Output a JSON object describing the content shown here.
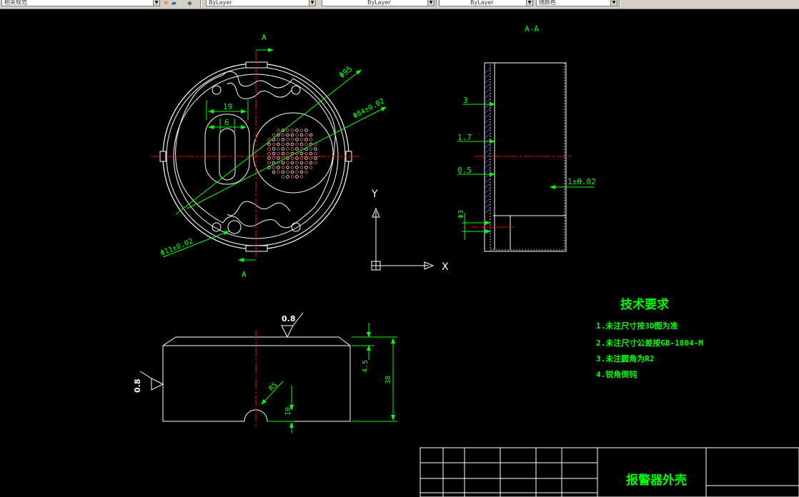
{
  "toolbar": {
    "combo1": "相关规范",
    "combo2": "ByLayer",
    "combo3": "ByLayer",
    "combo4": "ByLayer",
    "combo5": "随颜色"
  },
  "drawing": {
    "section_label": "A",
    "section_title": "A-A",
    "dim_phi95": "Φ95",
    "dim_phi84": "Φ84±0.02",
    "dim_phi11": "Φ11±0.02",
    "dim_19": "19",
    "dim_6": "6",
    "dim_3": "3",
    "dim_1_7": "1.7",
    "dim_0_5": "0.5",
    "dim_phi3": "Φ3",
    "dim_1_tol": "1±0.02",
    "axis_y": "Y",
    "axis_x": "X",
    "rough_08_top": "0.8",
    "rough_08_left": "0.8",
    "dim_4_5": "4.5",
    "dim_38": "38",
    "dim_r5": "R5",
    "dim_10": "10"
  },
  "tech": {
    "title": "技术要求",
    "items": [
      "1.未注尺寸按3D图为准",
      "2.未注尺寸公差按GB-1804-M",
      "3.未注圆角为R2",
      "4.锐角倒钝"
    ]
  },
  "title_block": {
    "part_name": "报警器外壳"
  },
  "colors": {
    "background": "#000000",
    "outline": "#ffffff",
    "dimension": "#00ff00",
    "centerline": "#ff0000"
  }
}
